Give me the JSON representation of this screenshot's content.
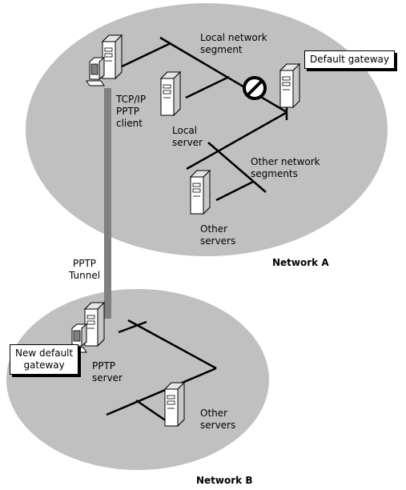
{
  "networks": {
    "a": {
      "label": "Network A"
    },
    "b": {
      "label": "Network B"
    }
  },
  "labels": {
    "local_segment": [
      "Local network",
      "segment"
    ],
    "pptp_client": [
      "TCP/IP",
      "PPTP",
      "client"
    ],
    "local_server": [
      "Local",
      "server"
    ],
    "other_segments": [
      "Other network",
      "segments"
    ],
    "other_servers_a": [
      "Other",
      "servers"
    ],
    "pptp_tunnel": [
      "PPTP",
      "Tunnel"
    ],
    "pptp_server": [
      "PPTP",
      "server"
    ],
    "other_servers_b": [
      "Other",
      "servers"
    ]
  },
  "callouts": {
    "default_gateway": [
      "Default gateway"
    ],
    "new_default_gateway": [
      "New default",
      "gateway"
    ]
  },
  "colors": {
    "network_fill": "#c0c0c0",
    "tunnel": "#808080",
    "line": "#000000",
    "device_body": "#ffffff"
  },
  "icons": {
    "blocked": "no-entry-icon",
    "server": "server-icon",
    "workstation": "pc-icon"
  }
}
